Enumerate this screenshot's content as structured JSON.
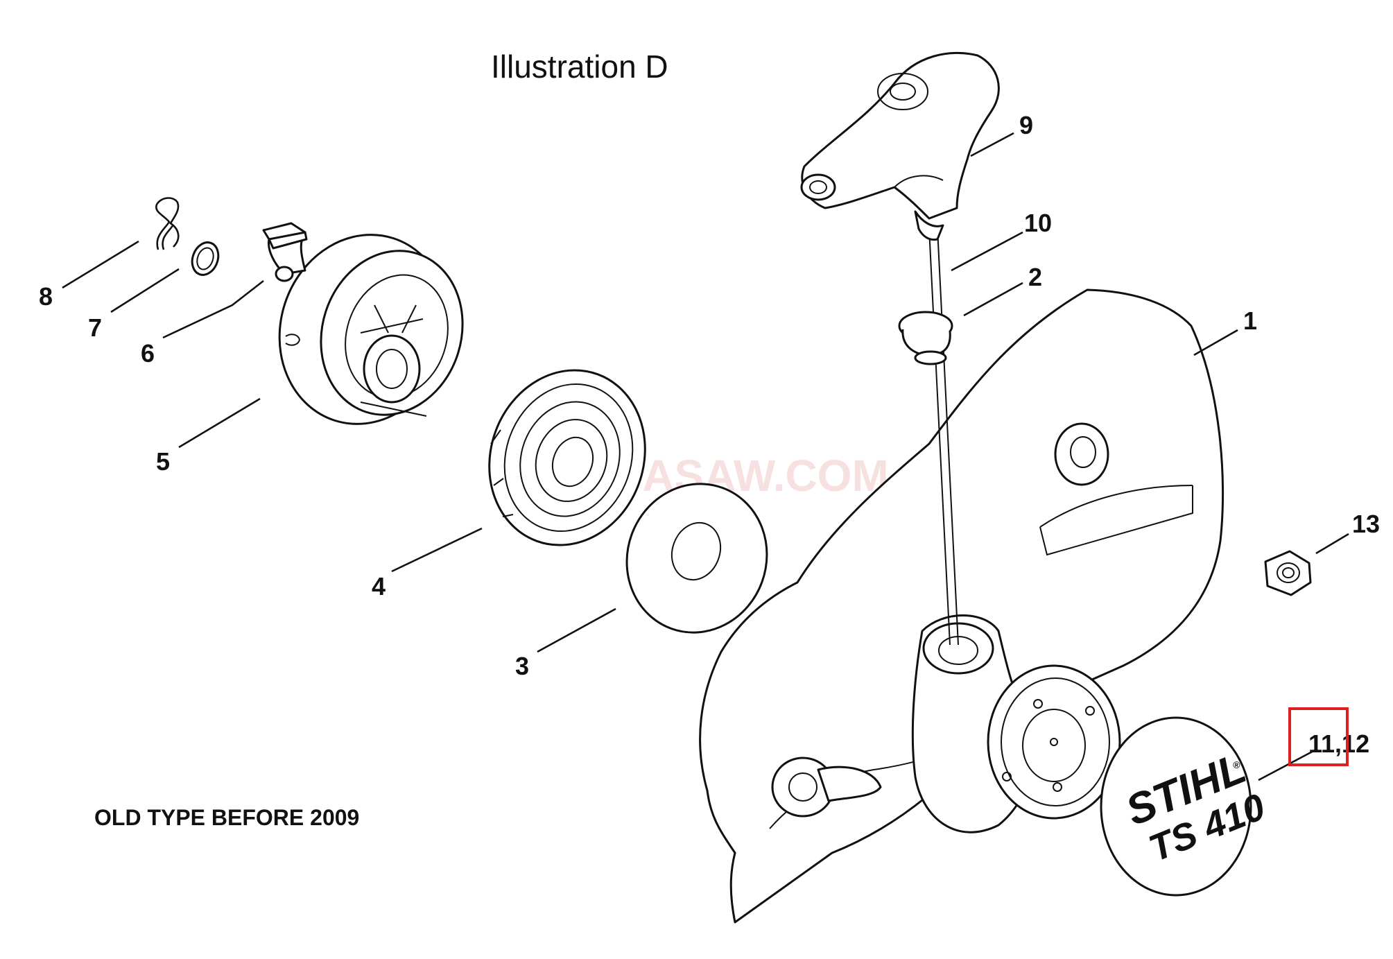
{
  "title": "Illustration  D",
  "note": "OLD TYPE BEFORE 2009",
  "watermark": "DASAW.COM",
  "badge": {
    "brand": "STIHL",
    "model": "TS 410",
    "mark": "®"
  },
  "callouts": {
    "p1": "1",
    "p2": "2",
    "p3": "3",
    "p4": "4",
    "p5": "5",
    "p6": "6",
    "p7": "7",
    "p8": "8",
    "p9": "9",
    "p10": "10",
    "p11_12": "11,12",
    "p13": "13"
  },
  "highlight_color": "#e02020"
}
